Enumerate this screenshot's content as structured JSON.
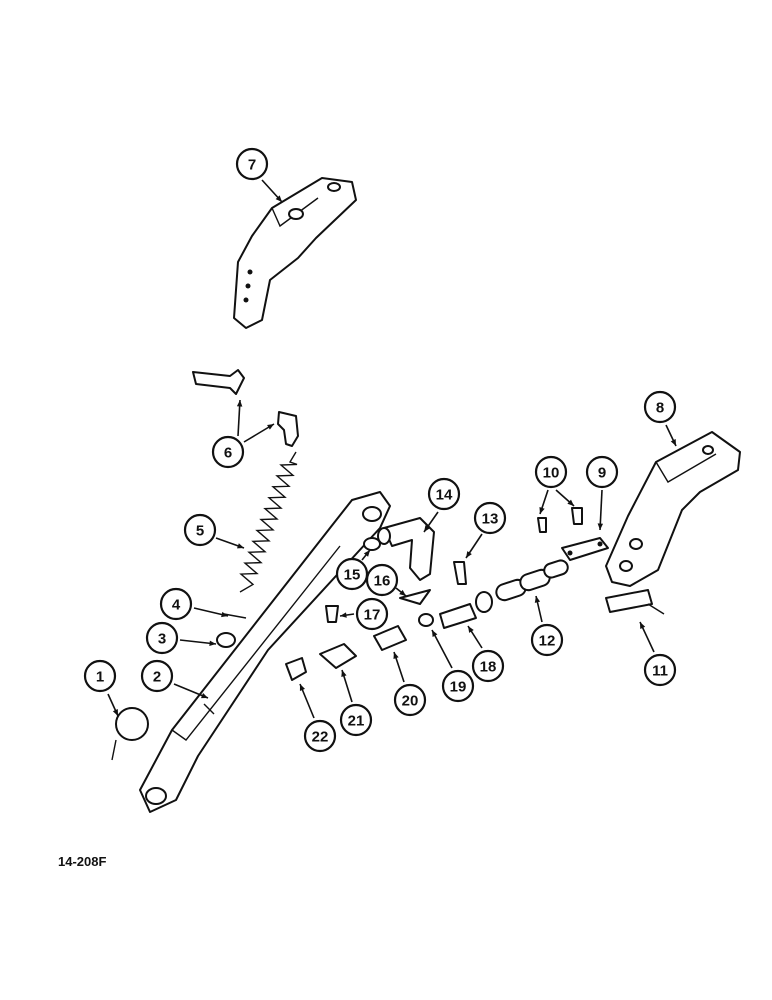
{
  "figure_code": "14-208F",
  "callouts": [
    {
      "label": "1"
    },
    {
      "label": "2"
    },
    {
      "label": "3"
    },
    {
      "label": "4"
    },
    {
      "label": "5"
    },
    {
      "label": "6"
    },
    {
      "label": "7"
    },
    {
      "label": "8"
    },
    {
      "label": "9"
    },
    {
      "label": "10"
    },
    {
      "label": "11"
    },
    {
      "label": "12"
    },
    {
      "label": "13"
    },
    {
      "label": "14"
    },
    {
      "label": "15"
    },
    {
      "label": "16"
    },
    {
      "label": "17"
    },
    {
      "label": "18"
    },
    {
      "label": "19"
    },
    {
      "label": "20"
    },
    {
      "label": "21"
    },
    {
      "label": "22"
    }
  ]
}
